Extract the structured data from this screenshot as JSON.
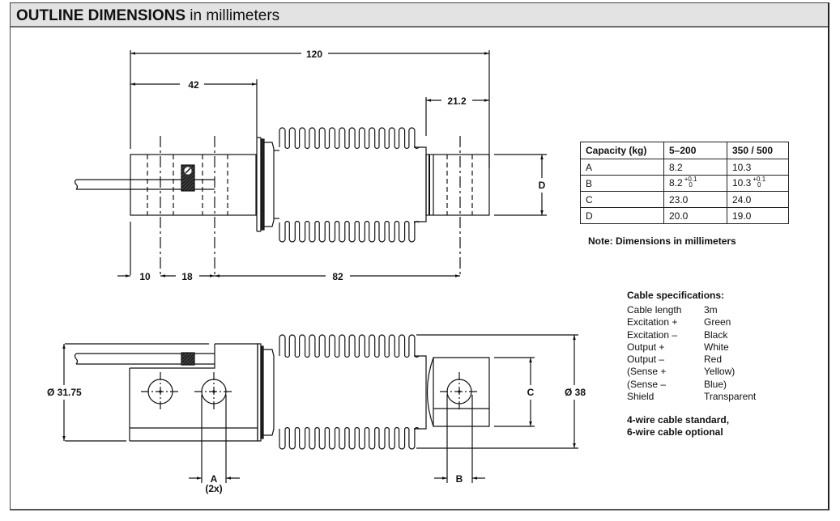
{
  "header": {
    "title_bold": "OUTLINE DIMENSIONS",
    "title_rest": " in millimeters"
  },
  "dimensions": {
    "overall_length": "120",
    "left_block_length": "42",
    "right_block_length": "21.2",
    "offset_10": "10",
    "offset_18": "18",
    "hole_spacing_82": "82",
    "label_d": "D",
    "label_c": "C",
    "label_a": "A",
    "label_a_qty": "(2x)",
    "label_b": "B",
    "dia_left": "Ø 31.75",
    "dia_right": "Ø 38"
  },
  "capacity_table": {
    "headers": [
      "Capacity (kg)",
      "5–200",
      "350 / 500"
    ],
    "rows": [
      {
        "label": "A",
        "v1": "8.2",
        "v2": "10.3"
      },
      {
        "label": "B",
        "v1": "8.2",
        "v2": "10.3",
        "tol_upper": "+0.1",
        "tol_lower": "0"
      },
      {
        "label": "C",
        "v1": "23.0",
        "v2": "24.0"
      },
      {
        "label": "D",
        "v1": "20.0",
        "v2": "19.0"
      }
    ],
    "note": "Note: Dimensions in millimeters"
  },
  "cable_specs": {
    "title": "Cable specifications:",
    "rows": [
      {
        "key": "Cable length",
        "value": "3m"
      },
      {
        "key": "Excitation +",
        "value": "Green"
      },
      {
        "key": "Excitation –",
        "value": "Black"
      },
      {
        "key": "Output +",
        "value": "White"
      },
      {
        "key": "Output –",
        "value": "Red"
      },
      {
        "key": "(Sense +",
        "value": "Yellow)"
      },
      {
        "key": "(Sense –",
        "value": "Blue)"
      },
      {
        "key": "Shield",
        "value": "Transparent"
      }
    ],
    "footer_line1": "4-wire cable standard,",
    "footer_line2": "6-wire cable optional"
  }
}
